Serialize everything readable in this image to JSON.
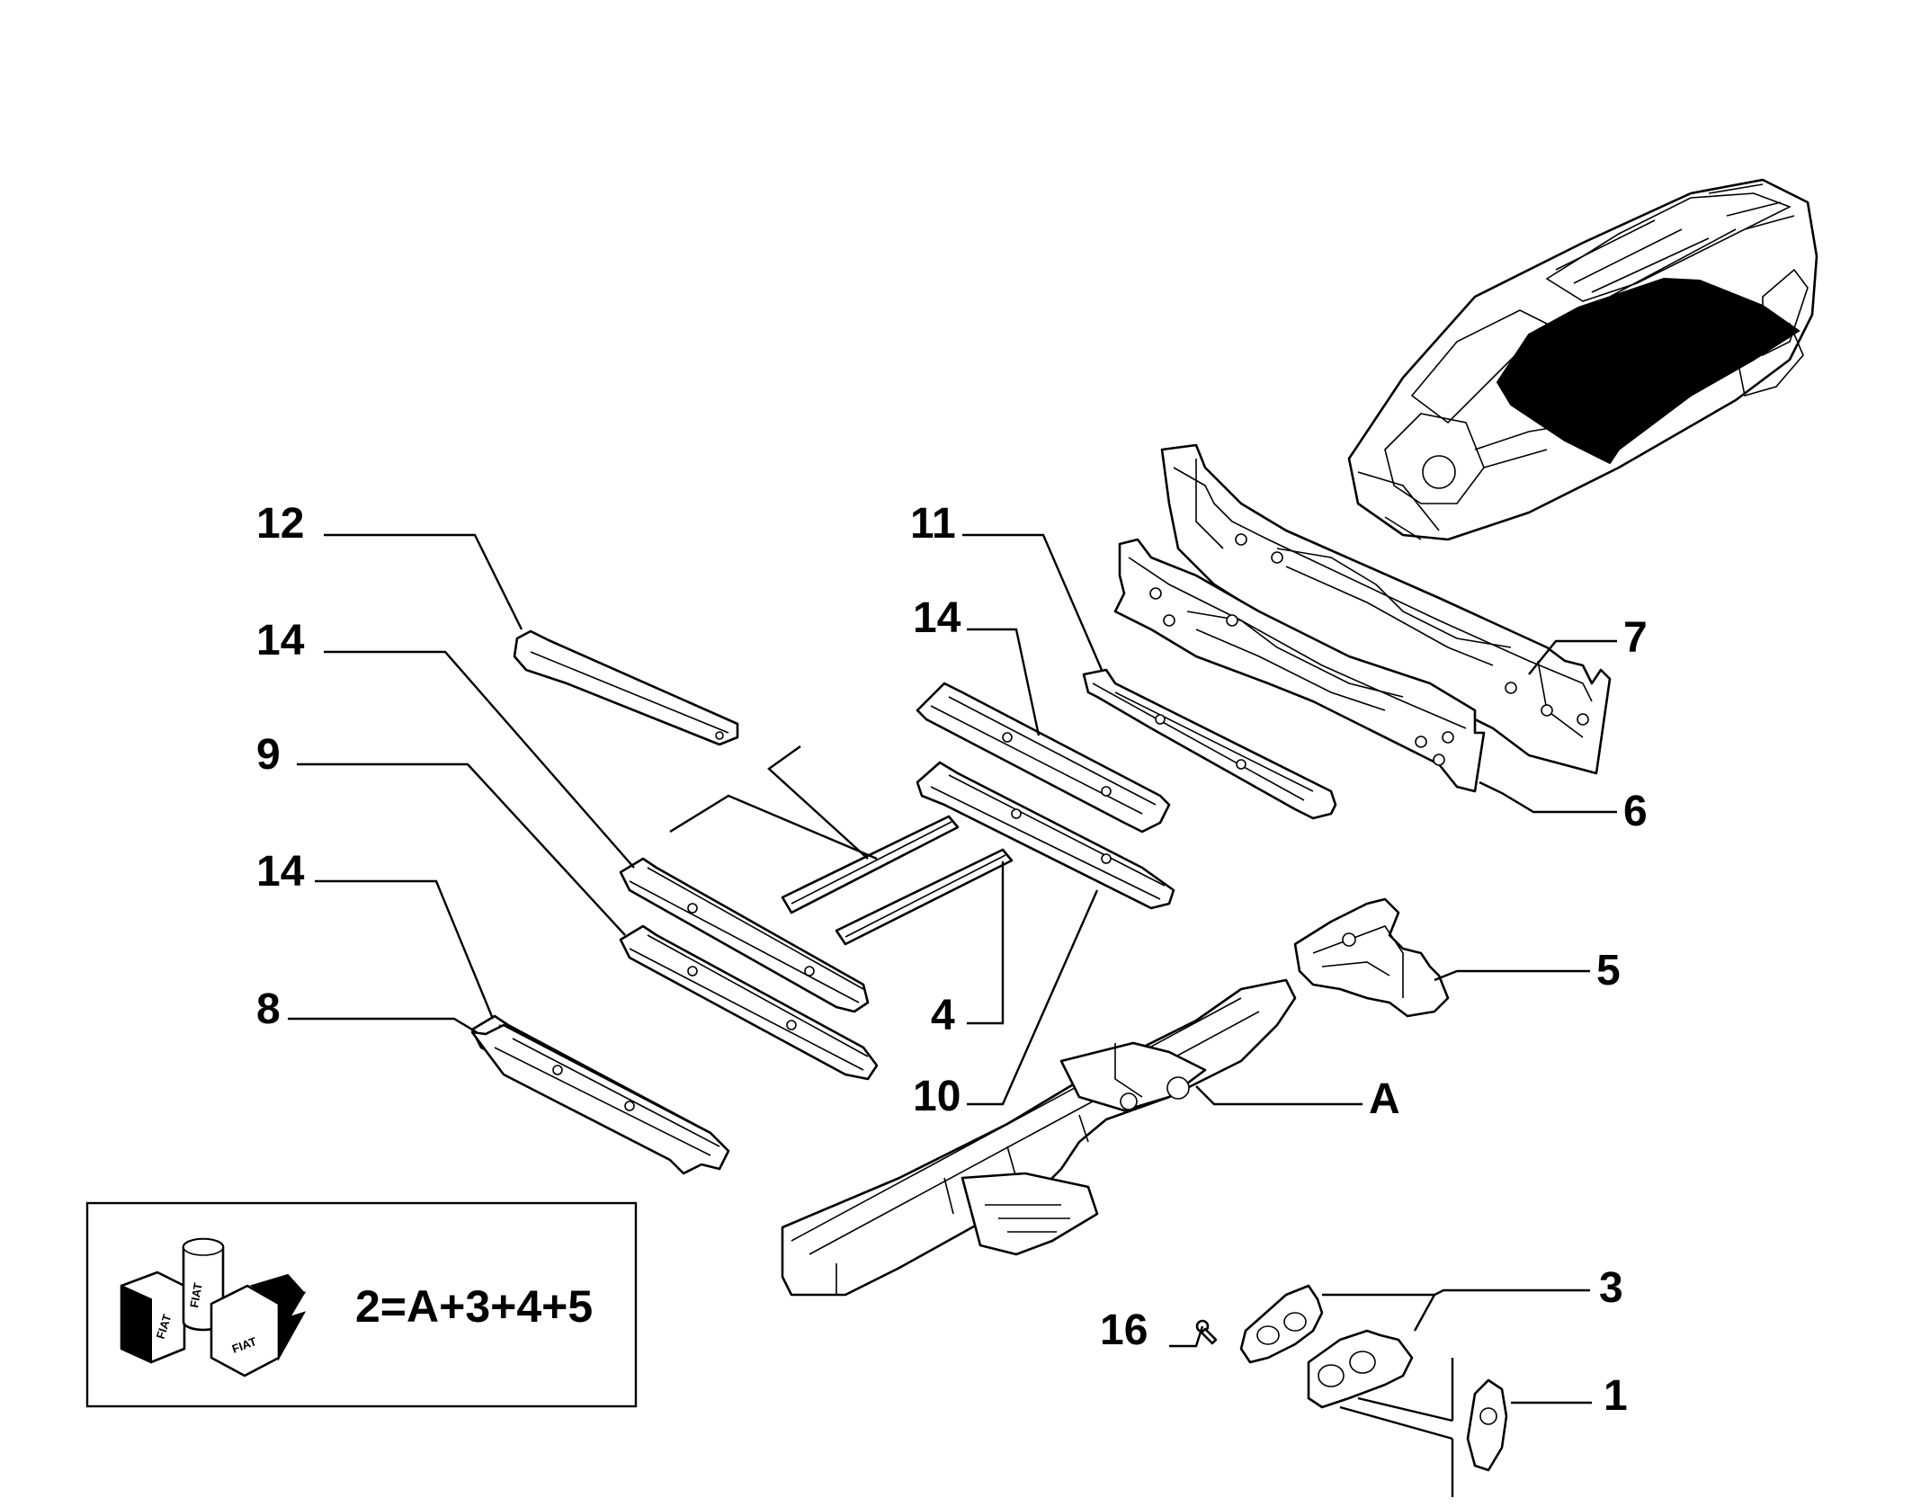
{
  "callouts": {
    "c12": "12",
    "c14a": "14",
    "c9": "9",
    "c14b": "14",
    "c8": "8",
    "c11": "11",
    "c14c": "14",
    "c7": "7",
    "c6": "6",
    "c5": "5",
    "c4": "4",
    "c10": "10",
    "cA": "A",
    "c3": "3",
    "c16": "16",
    "c1": "1"
  },
  "legend": {
    "formula": "2=A+3+4+5",
    "brand_text": "FIAT",
    "icon": "fiat-parts-kit-icon"
  },
  "colors": {
    "line": "#000000",
    "background": "#ffffff"
  }
}
